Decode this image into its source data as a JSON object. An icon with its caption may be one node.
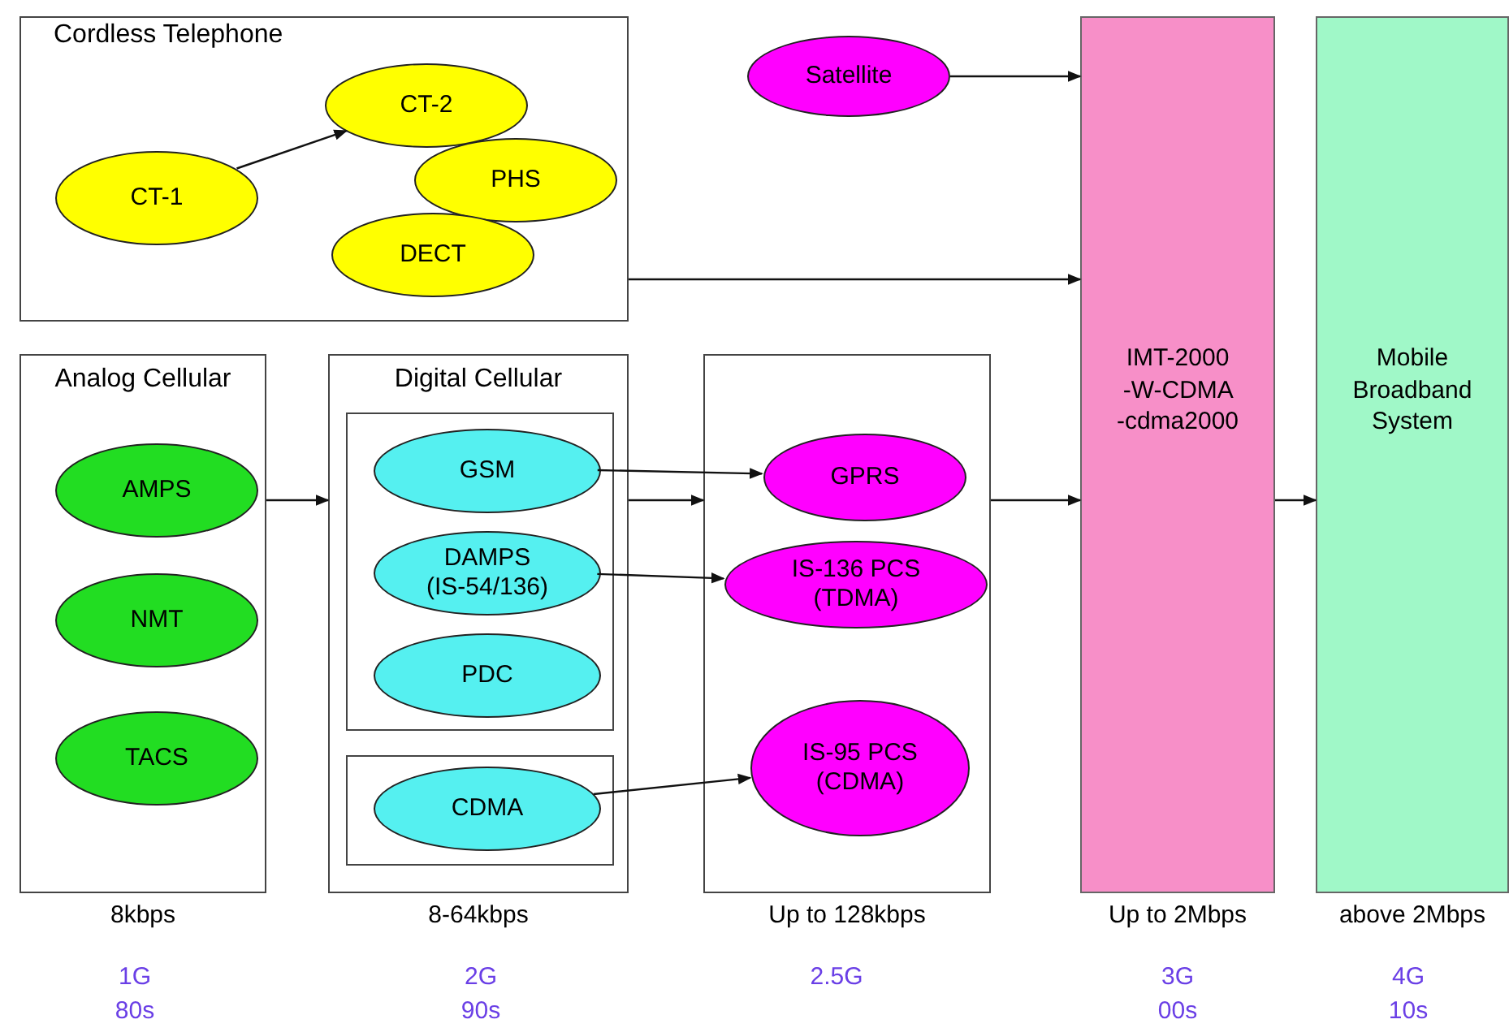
{
  "diagram": {
    "nodes": [
      {
        "text": [
          "Cordless Telephone"
        ]
      },
      {
        "text": [
          "CT-1"
        ],
        "in": 0
      },
      {
        "text": [
          "CT-2"
        ],
        "in": 0
      },
      {
        "text": [
          "PHS"
        ],
        "in": 0
      },
      {
        "text": [
          "DECT"
        ],
        "in": 0
      },
      {
        "text": [
          "Satellite"
        ]
      },
      {
        "text": [
          "IMT-2000 -W-CDMA -cdma2000"
        ],
        "beside": [
          "Up to 2Mbps"
        ]
      },
      {
        "text": [
          "Mobile Broadband System"
        ],
        "beside": [
          "above 2Mbps"
        ]
      },
      {
        "text": [
          "Analog Cellular"
        ],
        "beside": [
          "8kbps"
        ]
      },
      {
        "text": [
          "AMPS"
        ],
        "in": 8
      },
      {
        "text": [
          "NMT"
        ],
        "in": 8
      },
      {
        "text": [
          "TACS"
        ],
        "in": 8
      },
      {
        "text": [
          "Digital Cellular"
        ],
        "beside": [
          "8-64kbps"
        ]
      },
      {
        "text": [],
        "shape": "box",
        "in": 12
      },
      {
        "text": [
          "GSM"
        ],
        "in": 13
      },
      {
        "text": [
          "DAMPS (IS-54/136)"
        ],
        "in": 13
      },
      {
        "text": [
          "PDC"
        ],
        "in": 13
      },
      {
        "text": [],
        "shape": "box",
        "in": 12
      },
      {
        "text": [
          "CDMA"
        ],
        "in": 17
      },
      {
        "text": [],
        "shape": "box",
        "beside": [
          "Up to 128kbps"
        ]
      },
      {
        "text": [
          "GPRS"
        ],
        "in": 19
      },
      {
        "text": [
          "IS-136 PCS (TDMA)"
        ],
        "in": 19
      },
      {
        "text": [
          "IS-95 PCS (CDMA)"
        ],
        "in": 19
      }
    ],
    "edges": [
      {
        "from": 1,
        "to": 2,
        "arrow": "to"
      },
      {
        "from": 5,
        "to": 6,
        "arrow": "to"
      },
      {
        "from": 0,
        "to": 6,
        "arrow": "to"
      },
      {
        "from": 8,
        "to": 12,
        "arrow": "to"
      },
      {
        "from": 12,
        "to": 19,
        "arrow": "to"
      },
      {
        "from": 19,
        "to": 6,
        "arrow": "to"
      },
      {
        "from": 6,
        "to": 7,
        "arrow": "to"
      },
      {
        "from": 14,
        "to": 20,
        "arrow": "to"
      },
      {
        "from": 15,
        "to": 21,
        "arrow": "to"
      },
      {
        "from": 18,
        "to": 22,
        "arrow": "to"
      }
    ],
    "labels": [
      "1G",
      "2G",
      "2.5G",
      "3G",
      "4G",
      "80s",
      "90s",
      "00s",
      "10s"
    ]
  }
}
